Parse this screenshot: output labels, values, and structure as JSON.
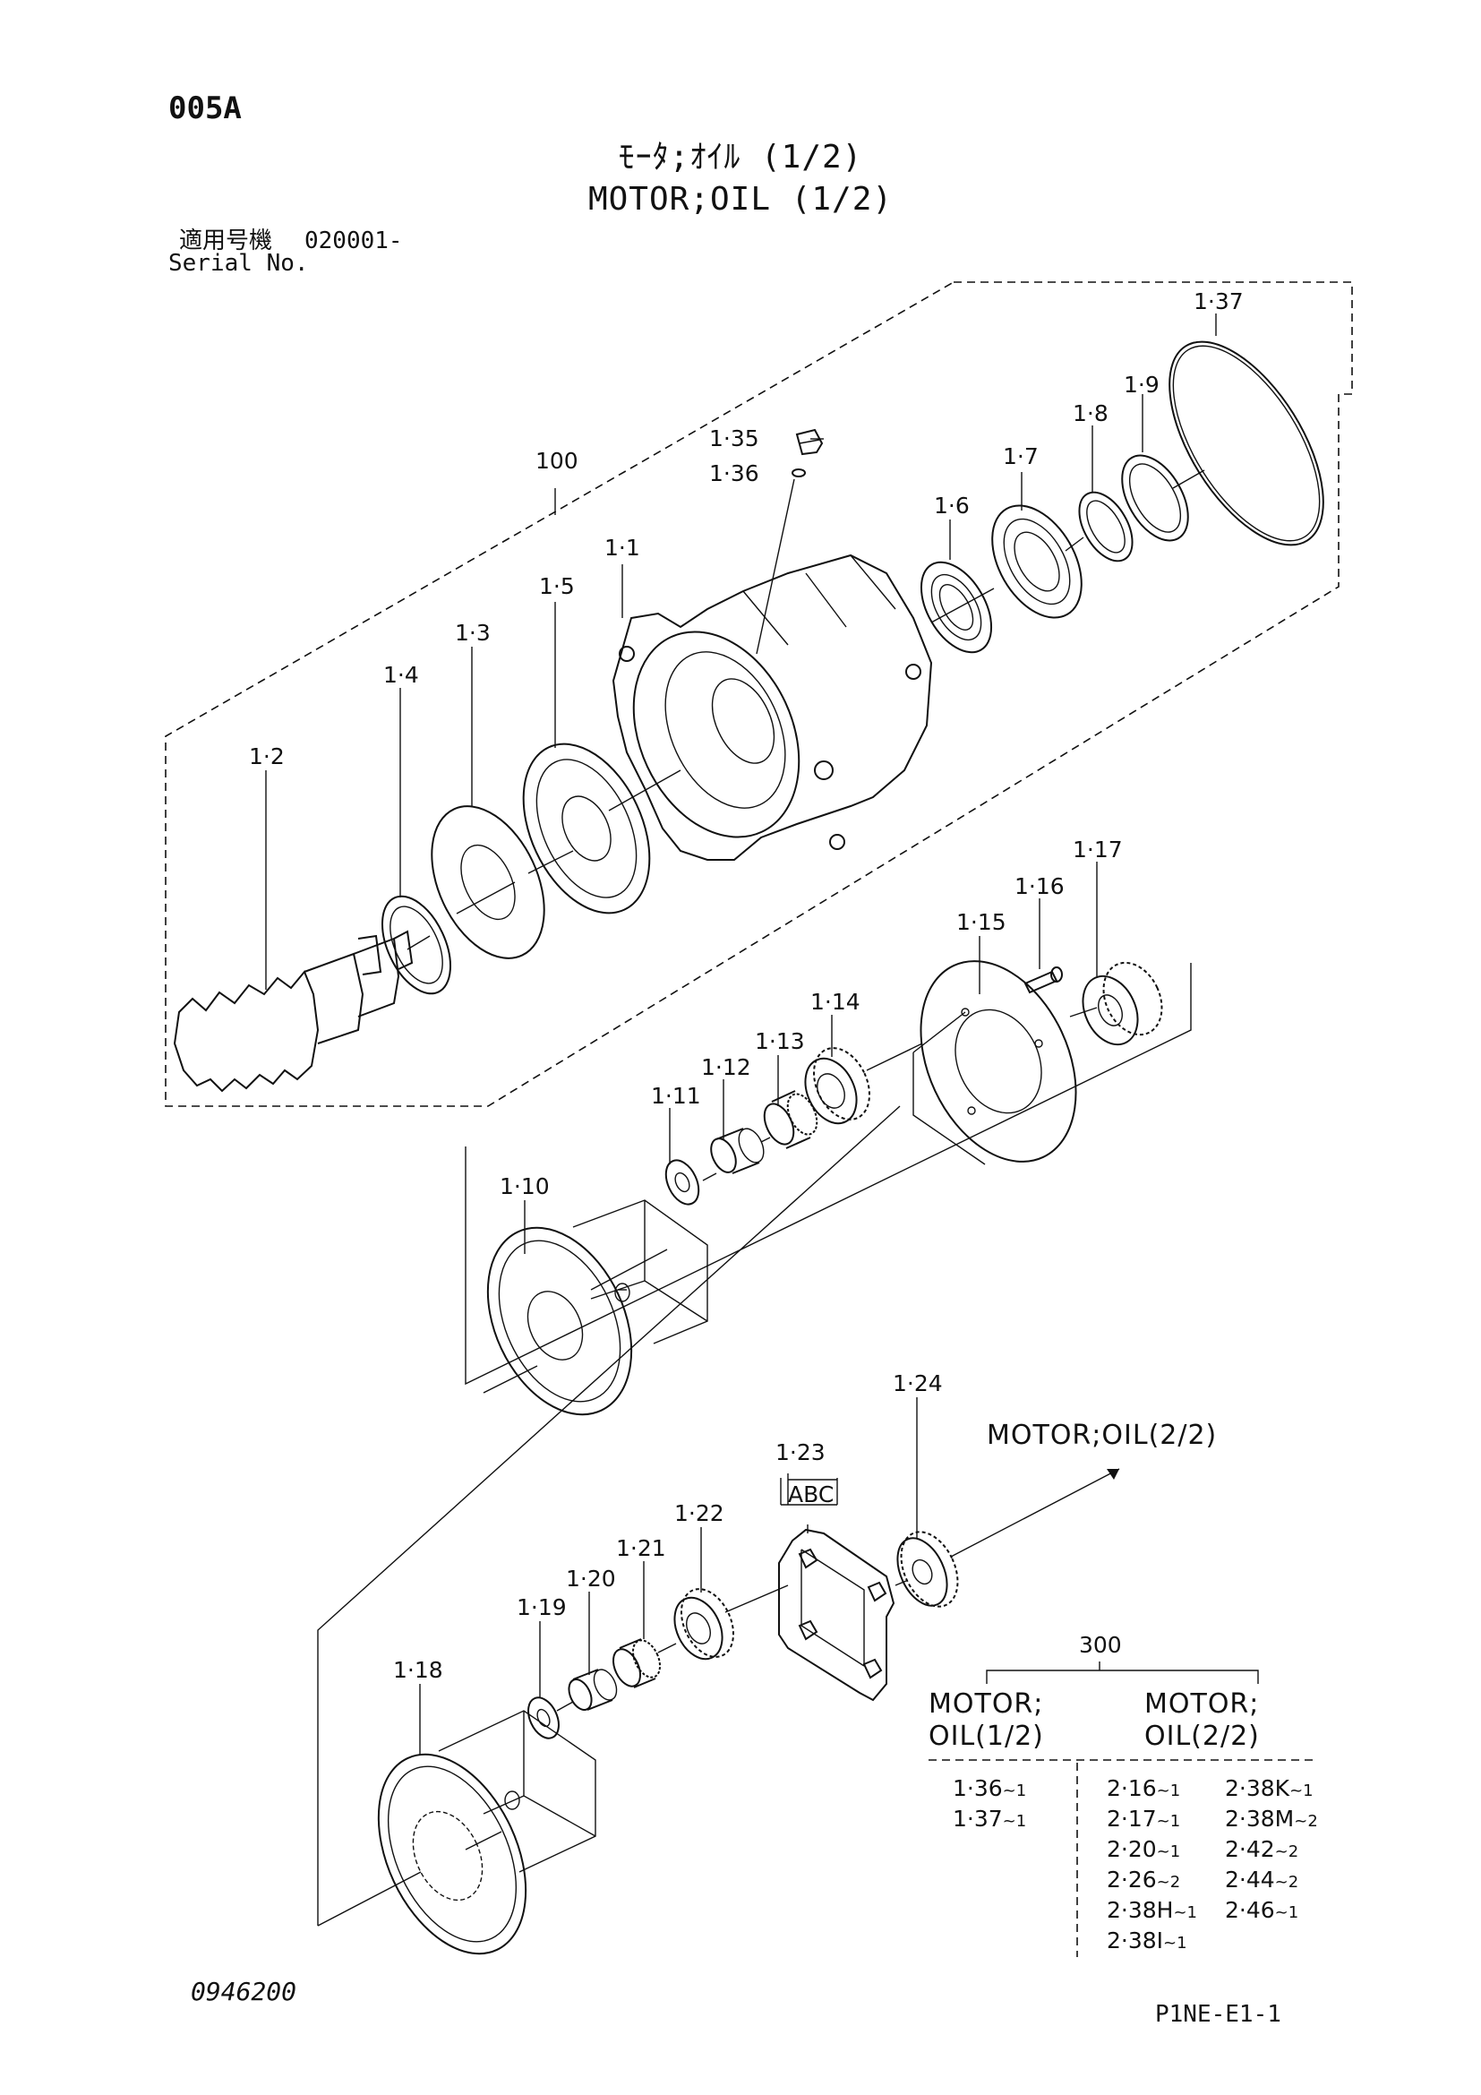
{
  "header": {
    "code": "005A",
    "title_jp": "ﾓｰﾀ;ｵｲﾙ (1/2)",
    "title_en": "MOTOR;OIL (1/2)",
    "serial_label_jp": "適用号機",
    "serial_value": "020001-",
    "serial_label_en": "Serial No."
  },
  "parts": {
    "p100": "100",
    "p1_1": "1·1",
    "p1_2": "1·2",
    "p1_3": "1·3",
    "p1_4": "1·4",
    "p1_5": "1·5",
    "p1_6": "1·6",
    "p1_7": "1·7",
    "p1_8": "1·8",
    "p1_9": "1·9",
    "p1_10": "1·10",
    "p1_11": "1·11",
    "p1_12": "1·12",
    "p1_13": "1·13",
    "p1_14": "1·14",
    "p1_15": "1·15",
    "p1_16": "1·16",
    "p1_17": "1·17",
    "p1_18": "1·18",
    "p1_19": "1·19",
    "p1_20": "1·20",
    "p1_21": "1·21",
    "p1_22": "1·22",
    "p1_23": "1·23",
    "p1_23_sub": "ABC",
    "p1_24": "1·24",
    "p1_35": "1·35",
    "p1_36": "1·36",
    "p1_37": "1·37"
  },
  "continuation_label": "MOTOR;OIL(2/2)",
  "table": {
    "assembly": "300",
    "col1_header_1": "MOTOR;",
    "col1_header_2": "OIL(1/2)",
    "col2_header_1": "MOTOR;",
    "col2_header_2": "OIL(2/2)",
    "col1_rows": [
      {
        "num": "1·36",
        "qty": "~1"
      },
      {
        "num": "1·37",
        "qty": "~1"
      }
    ],
    "col2a_rows": [
      {
        "num": "2·16",
        "qty": "~1"
      },
      {
        "num": "2·17",
        "qty": "~1"
      },
      {
        "num": "2·20",
        "qty": "~1"
      },
      {
        "num": "2·26",
        "qty": "~2"
      },
      {
        "num": "2·38H",
        "qty": "~1"
      },
      {
        "num": "2·38I",
        "qty": "~1"
      }
    ],
    "col2b_rows": [
      {
        "num": "2·38K",
        "qty": "~1"
      },
      {
        "num": "2·38M",
        "qty": "~2"
      },
      {
        "num": "2·42",
        "qty": "~2"
      },
      {
        "num": "2·44",
        "qty": "~2"
      },
      {
        "num": "2·46",
        "qty": "~1"
      }
    ]
  },
  "footer": {
    "doc_number": "0946200",
    "page_ref": "P1NE-E1-1"
  }
}
